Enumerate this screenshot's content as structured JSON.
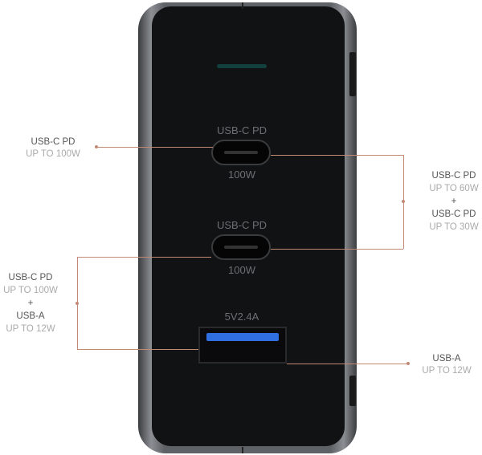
{
  "device": {
    "port1": {
      "top": "USB-C PD",
      "bottom": "100W"
    },
    "port2": {
      "top": "USB-C PD",
      "bottom": "100W"
    },
    "port3": {
      "top": "5V2.4A"
    }
  },
  "callouts": {
    "left_top": {
      "title": "USB-C PD",
      "sub": "UP TO 100W"
    },
    "right_top": {
      "title1": "USB-C PD",
      "sub1": "UP TO 60W",
      "plus": "+",
      "title2": "USB-C PD",
      "sub2": "UP TO 30W"
    },
    "left_bottom": {
      "title1": "USB-C PD",
      "sub1": "UP TO 100W",
      "plus": "+",
      "title2": "USB-A",
      "sub2": "UP TO 12W"
    },
    "right_bottom": {
      "title": "USB-A",
      "sub": "UP TO 12W"
    }
  },
  "colors": {
    "callout_line": "#c28a74",
    "usb_a_tongue": "#2f6fe0"
  }
}
